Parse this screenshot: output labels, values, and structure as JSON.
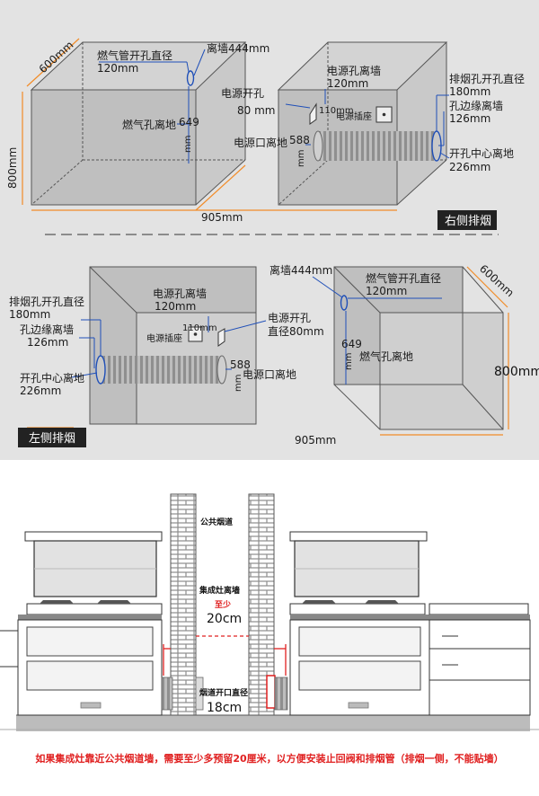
{
  "right_side": {
    "left_box": {
      "depth": "600mm",
      "height": "800mm",
      "gas_pipe_dia_title": "燃气管开孔直径",
      "gas_pipe_dia_value": "120mm",
      "gas_wall_dist": "离墙444mm",
      "gas_floor_label": "燃气孔离地",
      "gas_floor_value": "649",
      "gas_floor_unit": "mm"
    },
    "width": "905mm",
    "right_box": {
      "power_wall_title": "电源孔离墙",
      "power_wall_value": "120mm",
      "power_hole_title": "电源开孔",
      "power_hole_value": "80 mm",
      "hole_110": "110mm",
      "socket": "电源插座",
      "power_floor_label": "电源口离地",
      "power_floor_value": "588",
      "power_floor_unit": "mm",
      "flue_dia_title": "排烟孔开孔直径",
      "flue_dia_value": "180mm",
      "edge_wall_title": "孔边缘离墙",
      "edge_wall_value": "126mm",
      "center_floor_title": "开孔中心离地",
      "center_floor_value": "226mm"
    },
    "badge": "右侧排烟"
  },
  "left_side": {
    "left_box": {
      "flue_dia_title": "排烟孔开孔直径",
      "flue_dia_value": "180mm",
      "edge_wall_title": "孔边缘离墙",
      "edge_wall_value": "126mm",
      "center_floor_title": "开孔中心离地",
      "center_floor_value": "226mm",
      "power_wall_title": "电源孔离墙",
      "power_wall_value": "120mm",
      "hole_110": "110mm",
      "socket": "电源插座",
      "power_hole_title": "电源开孔",
      "power_hole_value": "直径80mm",
      "power_floor_value": "588",
      "power_floor_unit": "mm",
      "power_floor_label": "电源口离地"
    },
    "right_box": {
      "gas_wall_dist": "离墙444mm",
      "gas_pipe_dia_title": "燃气管开孔直径",
      "gas_pipe_dia_value": "120mm",
      "depth": "600mm",
      "gas_floor_value": "649",
      "gas_floor_unit": "mm",
      "gas_floor_label": "燃气孔离地",
      "height": "800mm"
    },
    "width": "905mm",
    "badge": "左侧排烟"
  },
  "install": {
    "public_flue": "公共烟道",
    "stove_wall_title": "集成灶离墙",
    "at_least": "至少",
    "stove_wall_value": "20cm",
    "flue_opening_title": "烟道开口直径",
    "flue_opening_value": "18cm",
    "notice": "如果集成灶靠近公共烟道墙，需要至少多预留20厘米，以方便安装止回阀和排烟管（排烟一侧，不能贴墙）"
  },
  "colors": {
    "top_bg": "#e3e3e3",
    "dimension_line": "#f28c28",
    "label_line": "#1f4fb8",
    "badge_bg": "#222222",
    "brick": "#9a9a9a",
    "notice_red": "#e02020"
  }
}
